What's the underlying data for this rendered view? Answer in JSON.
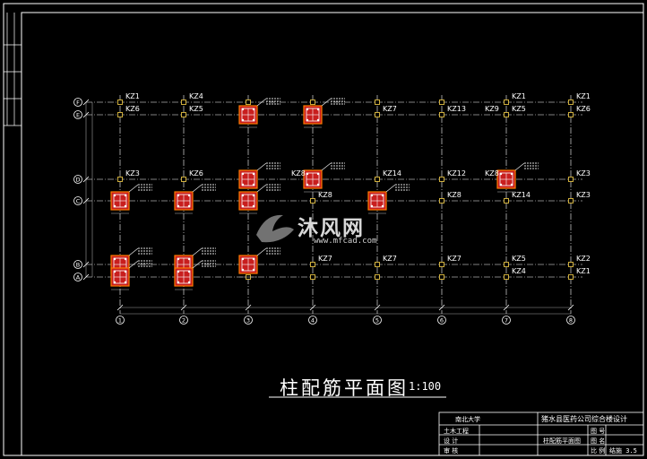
{
  "drawing": {
    "title": "柱配筋平面图",
    "scale": "1:100",
    "watermark_text": "沐风网",
    "watermark_url": "www.mfcad.com"
  },
  "grid": {
    "columns": [
      "1",
      "2",
      "3",
      "4",
      "5",
      "6",
      "7",
      "8"
    ],
    "rows": [
      "F",
      "E",
      "D",
      "C",
      "B",
      "A"
    ]
  },
  "column_labels": [
    {
      "text": "KZ1",
      "row": 0,
      "col": 0
    },
    {
      "text": "KZ4",
      "row": 0,
      "col": 1
    },
    {
      "text": "KZ1",
      "row": 0,
      "col": 6
    },
    {
      "text": "KZ1",
      "row": 0,
      "col": 7
    },
    {
      "text": "KZ6",
      "row": 1,
      "col": 0
    },
    {
      "text": "KZ5",
      "row": 1,
      "col": 1
    },
    {
      "text": "KZ7",
      "row": 1,
      "col": 4
    },
    {
      "text": "KZ13",
      "row": 1,
      "col": 5
    },
    {
      "text": "KZ9",
      "row": 1,
      "col": 6,
      "shift": -30
    },
    {
      "text": "KZ5",
      "row": 1,
      "col": 6
    },
    {
      "text": "KZ6",
      "row": 1,
      "col": 7
    },
    {
      "text": "KZ3",
      "row": 2,
      "col": 0
    },
    {
      "text": "KZ6",
      "row": 2,
      "col": 1
    },
    {
      "text": "KZ8",
      "row": 2,
      "col": 3,
      "shift": -30
    },
    {
      "text": "KZ14",
      "row": 2,
      "col": 4
    },
    {
      "text": "KZ12",
      "row": 2,
      "col": 5
    },
    {
      "text": "KZ8",
      "row": 2,
      "col": 6,
      "shift": -30
    },
    {
      "text": "KZ3",
      "row": 2,
      "col": 7
    },
    {
      "text": "KZ8",
      "row": 3,
      "col": 3
    },
    {
      "text": "KZ8",
      "row": 3,
      "col": 5
    },
    {
      "text": "KZ14",
      "row": 3,
      "col": 6
    },
    {
      "text": "KZ3",
      "row": 3,
      "col": 7
    },
    {
      "text": "KZ7",
      "row": 4,
      "col": 3
    },
    {
      "text": "KZ7",
      "row": 4,
      "col": 4
    },
    {
      "text": "KZ7",
      "row": 4,
      "col": 5
    },
    {
      "text": "KZ5",
      "row": 4,
      "col": 6
    },
    {
      "text": "KZ2",
      "row": 4,
      "col": 7
    },
    {
      "text": "KZ4",
      "row": 5,
      "col": 6
    },
    {
      "text": "KZ1",
      "row": 5,
      "col": 7
    }
  ],
  "column_details": [
    {
      "row": 1,
      "col": 2
    },
    {
      "row": 1,
      "col": 3
    },
    {
      "row": 2,
      "col": 2
    },
    {
      "row": 2,
      "col": 3
    },
    {
      "row": 2,
      "col": 6
    },
    {
      "row": 3,
      "col": 0
    },
    {
      "row": 3,
      "col": 1
    },
    {
      "row": 3,
      "col": 2
    },
    {
      "row": 3,
      "col": 4
    },
    {
      "row": 4,
      "col": 0
    },
    {
      "row": 4,
      "col": 1
    },
    {
      "row": 4,
      "col": 2
    },
    {
      "row": 5,
      "col": 0
    },
    {
      "row": 5,
      "col": 1
    }
  ],
  "title_block": {
    "school": "南北大学",
    "project": "猪水县医药公司综合楼设计",
    "sheet_name": "柱配筋平面图",
    "sheet_no": "结施 3.5",
    "cells": [
      "土木工程",
      "设 计",
      "审 核",
      "图 号",
      "图 名",
      "比 例"
    ]
  },
  "colors": {
    "background": "#000000",
    "grid_line": "#ffffff",
    "dim_line": "#9e9e9e",
    "column_fill": "#c81e1e",
    "column_outline": "#ff7a00",
    "rebar": "#ffffff",
    "label": "#ffffff"
  }
}
